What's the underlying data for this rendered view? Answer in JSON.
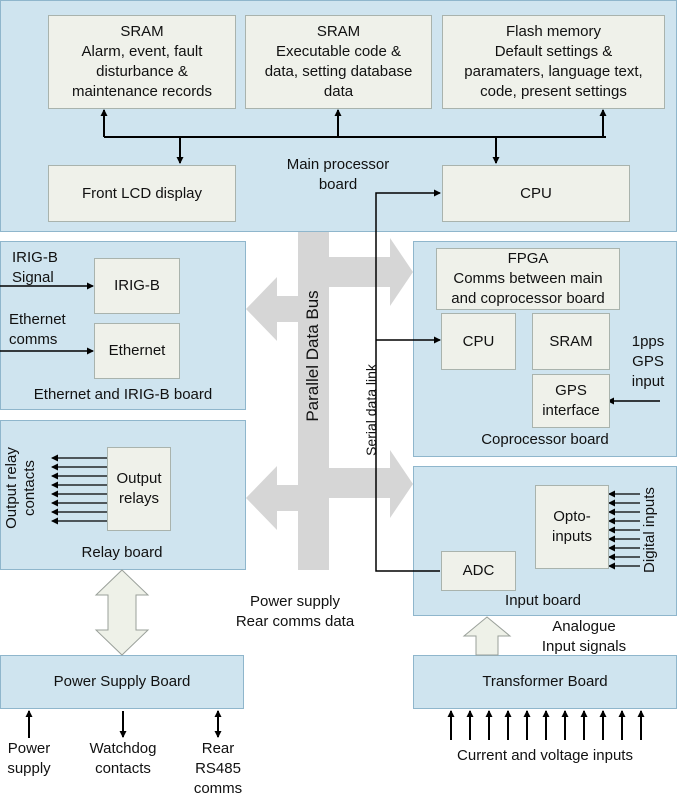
{
  "main_board": {
    "label": [
      "Main processor",
      "board"
    ],
    "sram1": [
      "SRAM",
      "Alarm, event, fault",
      "disturbance &",
      "maintenance records"
    ],
    "sram2": [
      "SRAM",
      "Executable code &",
      "data, setting database",
      "data"
    ],
    "flash": [
      "Flash memory",
      "Default settings &",
      "paramaters, language text,",
      "code, present settings"
    ],
    "lcd": "Front LCD display",
    "cpu": "CPU"
  },
  "ethernet_board": {
    "label": "Ethernet and IRIG-B board",
    "irig_signal": [
      "IRIG-B",
      "Signal"
    ],
    "irig_box": "IRIG-B",
    "eth_comms": [
      "Ethernet",
      "comms"
    ],
    "eth_box": "Ethernet"
  },
  "relay_board": {
    "label": "Relay board",
    "output_relays": [
      "Output",
      "relays"
    ],
    "contacts_label": [
      "Output relay",
      "contacts"
    ]
  },
  "coprocessor_board": {
    "label": "Coprocessor board",
    "fpga": [
      "FPGA",
      "Comms between main",
      "and coprocessor board"
    ],
    "cpu": "CPU",
    "sram": "SRAM",
    "gps": [
      "GPS",
      "interface"
    ],
    "gps_input": [
      "1pps",
      "GPS",
      "input"
    ]
  },
  "input_board": {
    "label": "Input board",
    "opto": [
      "Opto-",
      "inputs"
    ],
    "digital_inputs": "Digital inputs",
    "adc": "ADC"
  },
  "bus": {
    "parallel": "Parallel Data Bus",
    "serial": "Serial data link"
  },
  "power_note": [
    "Power supply",
    "Rear comms data"
  ],
  "analogue": [
    "Analogue",
    "Input signals"
  ],
  "psu_board": {
    "label": "Power Supply Board",
    "power_supply": [
      "Power",
      "supply"
    ],
    "watchdog": [
      "Watchdog",
      "contacts"
    ],
    "rear": [
      "Rear",
      "RS485",
      "comms"
    ]
  },
  "transformer_board": {
    "label": "Transformer Board",
    "inputs": "Current and voltage inputs"
  },
  "colors": {
    "board": "#cfe4ef",
    "box": "#eff1ea",
    "bus": "#d6d6d6"
  }
}
